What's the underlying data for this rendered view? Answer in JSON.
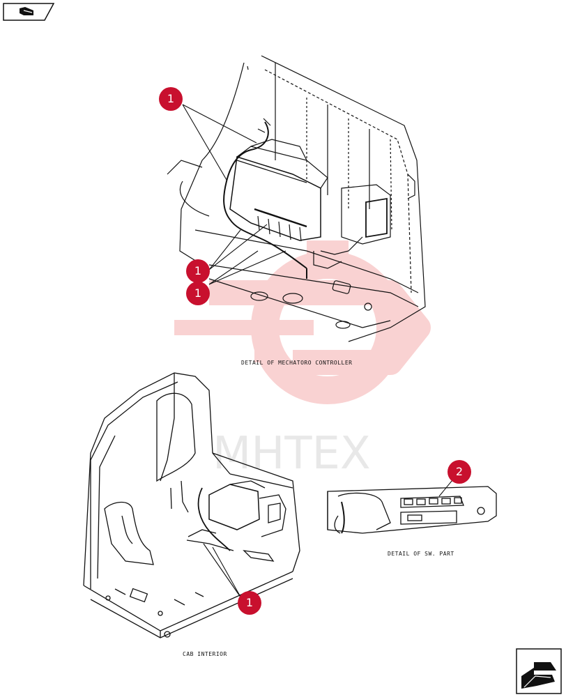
{
  "captions": {
    "mechatoro": "DETAIL OF MECHATORO CONTROLLER",
    "sw_part": "DETAIL OF SW. PART",
    "cab_interior": "CAB INTERIOR"
  },
  "callouts": {
    "a": "1",
    "b": "1",
    "c": "1",
    "d": "1",
    "e": "2"
  },
  "watermark": "MHTEX",
  "colors": {
    "callout": "#c8102e",
    "watermark": "#f3c4c4",
    "line": "#111111"
  },
  "icons": {
    "top_left": "book-page-icon",
    "bottom_right": "next-page-arrow-icon"
  }
}
